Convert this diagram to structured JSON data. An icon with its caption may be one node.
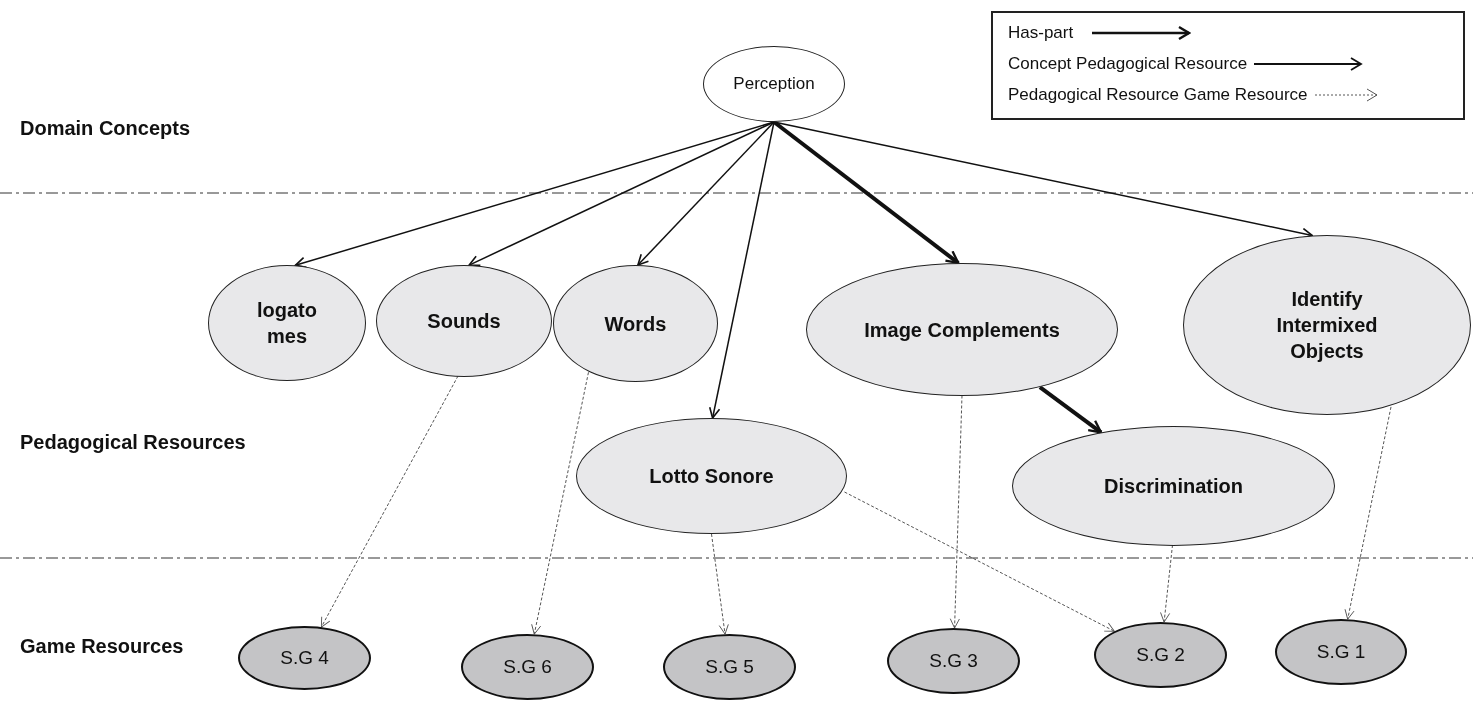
{
  "diagram": {
    "nodes": [
      {
        "text": [
          "Perception"
        ]
      },
      {
        "text": [
          "logato mes"
        ]
      },
      {
        "text": [
          "Sounds"
        ]
      },
      {
        "text": [
          "Words"
        ]
      },
      {
        "text": [
          "Image Complements"
        ]
      },
      {
        "text": [
          "Identify Intermixed Objects"
        ]
      },
      {
        "text": [
          "Lotto Sonore"
        ]
      },
      {
        "text": [
          "Discrimination"
        ]
      },
      {
        "text": [
          "S.G 4"
        ]
      },
      {
        "text": [
          "S.G 6"
        ]
      },
      {
        "text": [
          "S.G 5"
        ]
      },
      {
        "text": [
          "S.G 3"
        ]
      },
      {
        "text": [
          "S.G 2"
        ]
      },
      {
        "text": [
          "S.G 1"
        ]
      }
    ],
    "edges": [
      {
        "from": 0,
        "to": 1,
        "arrow": "to"
      },
      {
        "from": 0,
        "to": 2,
        "arrow": "to"
      },
      {
        "from": 0,
        "to": 3,
        "arrow": "to"
      },
      {
        "from": 0,
        "to": 6,
        "arrow": "to"
      },
      {
        "from": 0,
        "to": 4,
        "arrow": "to",
        "style": "thick"
      },
      {
        "from": 0,
        "to": 5,
        "arrow": "to"
      },
      {
        "from": 4,
        "to": 7,
        "arrow": "to",
        "style": "thick"
      },
      {
        "from": 2,
        "to": 8,
        "arrow": "to",
        "style": "dashed"
      },
      {
        "from": 3,
        "to": 9,
        "arrow": "to",
        "style": "dashed"
      },
      {
        "from": 6,
        "to": 10,
        "arrow": "to",
        "style": "dashed"
      },
      {
        "from": 6,
        "to": 12,
        "arrow": "to",
        "style": "dashed"
      },
      {
        "from": 4,
        "to": 11,
        "arrow": "to",
        "style": "dashed"
      },
      {
        "from": 7,
        "to": 12,
        "arrow": "to",
        "style": "dashed"
      },
      {
        "from": 5,
        "to": 13,
        "arrow": "to",
        "style": "dashed"
      }
    ],
    "labels": [
      "Domain Concepts",
      "Pedagogical Resources",
      "Game Resources"
    ],
    "legend": [
      {
        "text": "Has-part"
      },
      {
        "text": "Concept Pedagogical Resource"
      },
      {
        "text": "Pedagogical Resource Game Resource"
      }
    ]
  }
}
